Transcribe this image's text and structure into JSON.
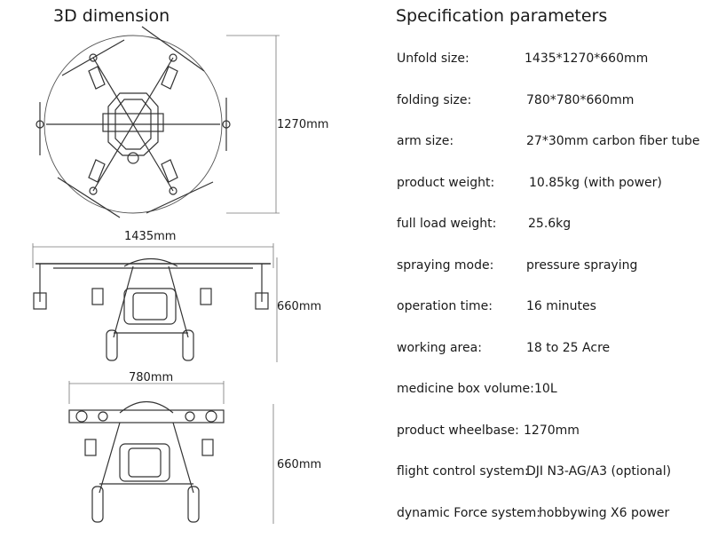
{
  "left_title": "3D dimension",
  "right_title": "Specification parameters",
  "dimensions": {
    "top_width": "1270mm",
    "side_width": "1435mm",
    "side_height": "660mm",
    "front_width": "780mm",
    "front_height": "660mm"
  },
  "specs": [
    {
      "label": "Unfold size:",
      "value": "1435*1270*660mm"
    },
    {
      "label": "folding size:",
      "value": "780*780*660mm"
    },
    {
      "label": "arm size:",
      "value": "27*30mm carbon fiber tube"
    },
    {
      "label": "product weight:",
      "value": "10.85kg (with power)"
    },
    {
      "label": "full load weight:",
      "value": "25.6kg"
    },
    {
      "label": "spraying mode:",
      "value": "pressure spraying"
    },
    {
      "label": "operation time:",
      "value": "16 minutes"
    },
    {
      "label": "working area:",
      "value": "18 to 25 Acre"
    },
    {
      "label": "medicine box volume:",
      "value": "10L"
    },
    {
      "label": "product wheelbase:",
      "value": "1270mm"
    },
    {
      "label": "flight control system:",
      "value": "DJI N3-AG/A3 (optional)"
    },
    {
      "label": "dynamic Force system:",
      "value": "hobbywing X6 power"
    }
  ]
}
